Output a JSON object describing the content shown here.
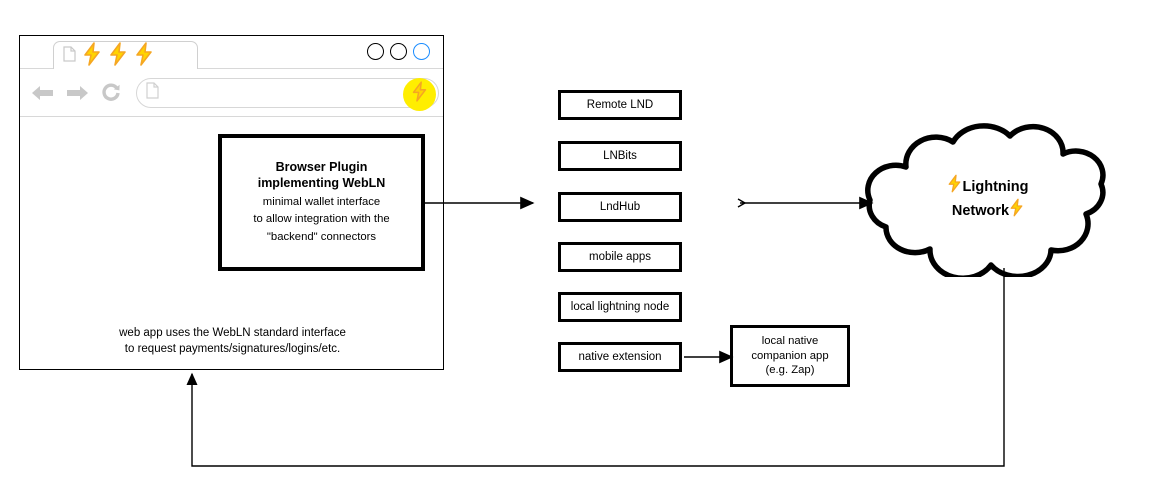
{
  "browser": {
    "tab": {
      "favicon": "document-icon",
      "bolts": [
        "lightning-bolt",
        "lightning-bolt",
        "lightning-bolt"
      ]
    },
    "window_controls": [
      "minimize-circle",
      "maximize-circle",
      "close-circle"
    ],
    "nav": {
      "back": "back-arrow-icon",
      "forward": "forward-arrow-icon",
      "reload": "reload-icon"
    },
    "urlbar": {
      "value": "",
      "placeholder": "",
      "page_icon": "document-icon",
      "extension_badge": "lightning-bolt"
    },
    "webapp_note_line1": "web app uses the WebLN standard interface",
    "webapp_note_line2": "to request payments/signatures/logins/etc."
  },
  "plugin": {
    "title_line1": "Browser Plugin",
    "title_line2": "implementing WebLN",
    "sub_line1": "minimal wallet interface",
    "sub_line2": "to allow integration with the",
    "sub_line3": "\"backend\" connectors"
  },
  "connectors": [
    {
      "label": "Remote LND"
    },
    {
      "label": "LNBits"
    },
    {
      "label": "LndHub"
    },
    {
      "label": "mobile apps"
    },
    {
      "label": "local lightning node"
    },
    {
      "label": "native extension"
    }
  ],
  "companion": {
    "line1": "local native",
    "line2": "companion app",
    "line3": "(e.g. Zap)"
  },
  "cloud": {
    "label_line1": "Lightning",
    "label_line2": "Network",
    "bolt_left": "lightning-bolt",
    "bolt_right": "lightning-bolt"
  },
  "colors": {
    "bolt_yellow": "#ffd400",
    "bolt_orange": "#f5a623",
    "badge_yellow": "#ffee00",
    "close_blue": "#1a8cff",
    "stroke_black": "#000000",
    "chrome_gray": "#c8c8c8"
  }
}
